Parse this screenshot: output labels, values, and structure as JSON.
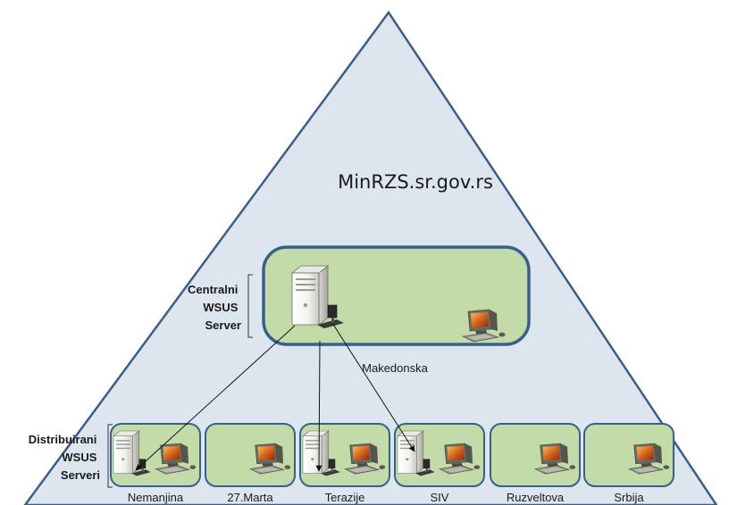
{
  "domain": "MinRZS.sr.gov.rs",
  "central": {
    "label_lines": [
      "Centralni",
      "WSUS",
      "Server"
    ],
    "site": "Makedonska"
  },
  "distributed": {
    "label_lines": [
      "Distribuirani",
      "WSUS",
      "Serveri"
    ],
    "sites": [
      {
        "name": "Nemanjina",
        "has_server": true
      },
      {
        "name": "27.Marta",
        "has_server": false
      },
      {
        "name": "Terazije",
        "has_server": true
      },
      {
        "name": "SIV",
        "has_server": true
      },
      {
        "name": "Ruzveltova",
        "has_server": false
      },
      {
        "name": "Srbija",
        "has_server": false
      }
    ]
  },
  "colors": {
    "triangle_fill": "#dde6ef",
    "triangle_stroke": "#3d5f87",
    "site_fill": "#c3dba8",
    "site_stroke": "#3a5f8a"
  }
}
